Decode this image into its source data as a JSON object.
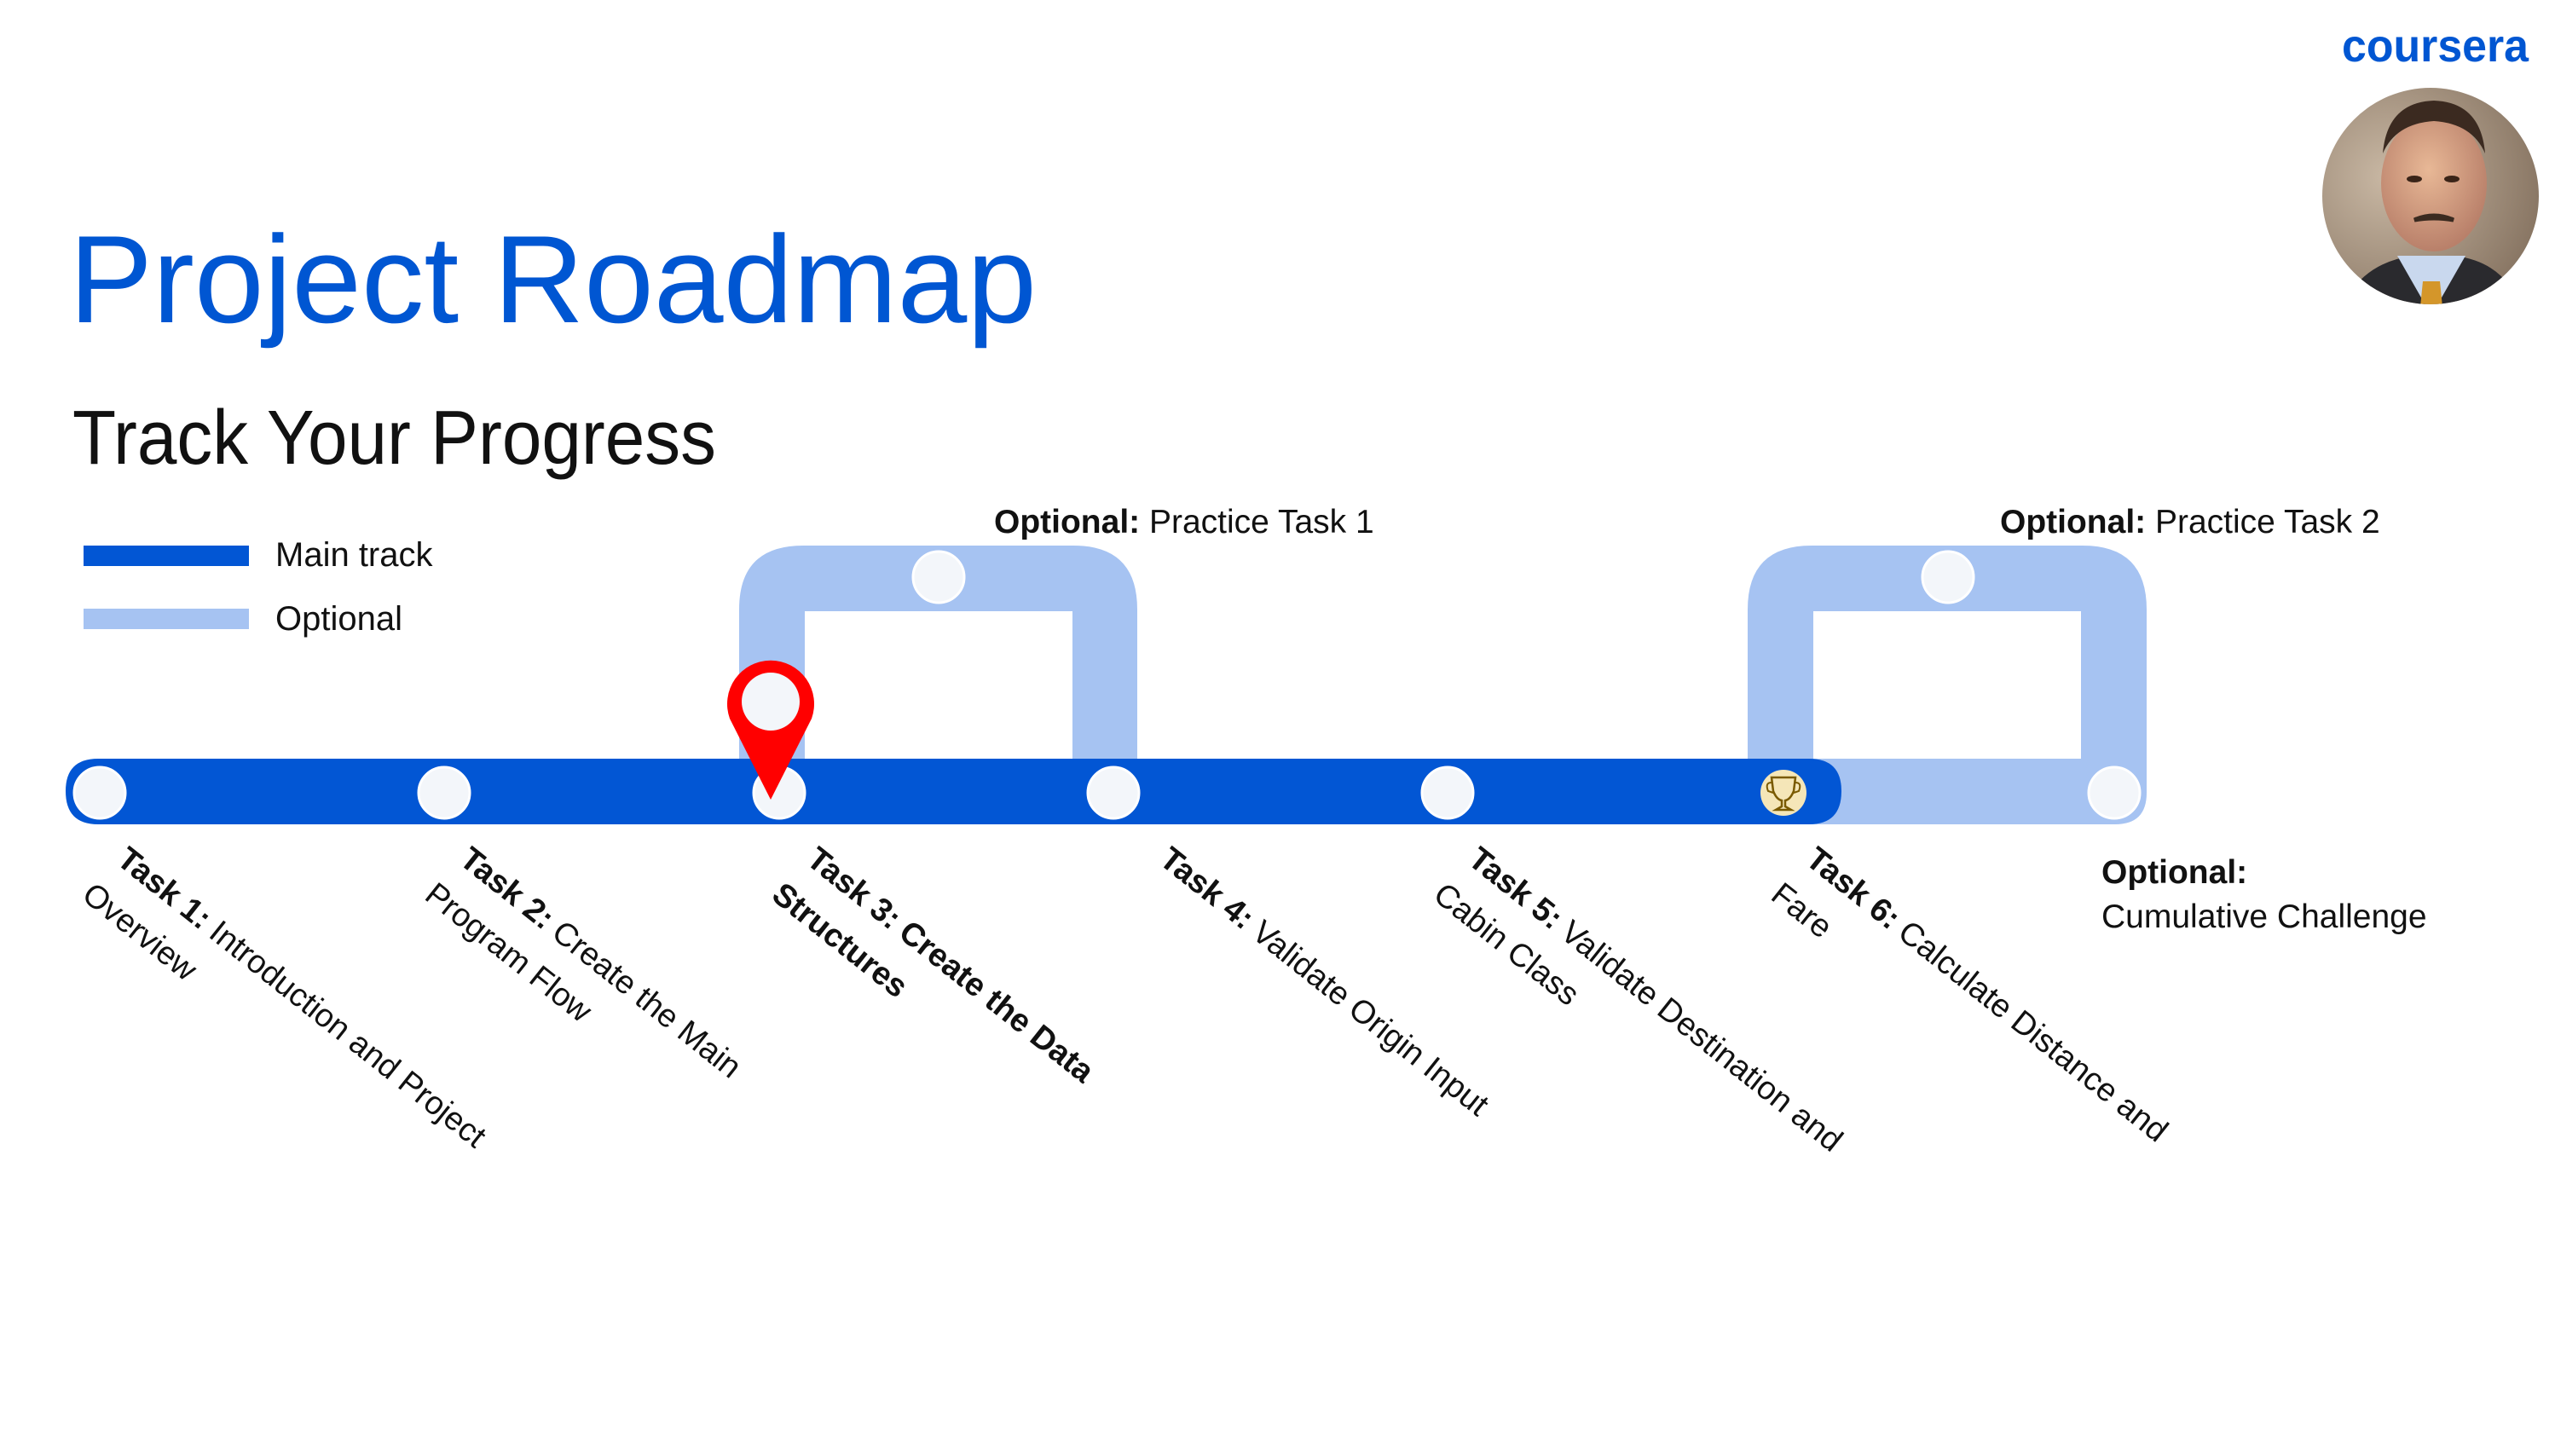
{
  "brand": {
    "logo_text": "coursera",
    "color": "#0056D2"
  },
  "header": {
    "title": "Project Roadmap",
    "subtitle": "Track Your Progress"
  },
  "legend": {
    "main_label": "Main track",
    "optional_label": "Optional"
  },
  "colors": {
    "main": "#0256D4",
    "optional": "#A6C3F2",
    "node": "#F3F6FA",
    "pin": "#FF0000",
    "trophy_bg": "#F5E6B8"
  },
  "optional_tasks": [
    {
      "prefix": "Optional:",
      "label": "Practice Task 1"
    },
    {
      "prefix": "Optional:",
      "label": "Practice Task 2"
    }
  ],
  "cumulative": {
    "prefix": "Optional:",
    "label": "Cumulative Challenge"
  },
  "tasks": [
    {
      "prefix": "Task 1:",
      "line1": "Introduction and Project",
      "line2": "Overview"
    },
    {
      "prefix": "Task 2:",
      "line1": "Create the Main",
      "line2": "Program Flow"
    },
    {
      "prefix": "Task 3:",
      "line1": "Create the Data",
      "line2": "Structures",
      "current": true
    },
    {
      "prefix": "Task 4:",
      "line1": "Validate Origin Input",
      "line2": ""
    },
    {
      "prefix": "Task 5:",
      "line1": "Validate Destination and",
      "line2": "Cabin Class"
    },
    {
      "prefix": "Task 6:",
      "line1": "Calculate Distance and",
      "line2": "Fare"
    }
  ],
  "current_task_index": 2,
  "icons": {
    "current_marker": "map-pin-icon",
    "finish": "trophy-icon"
  }
}
